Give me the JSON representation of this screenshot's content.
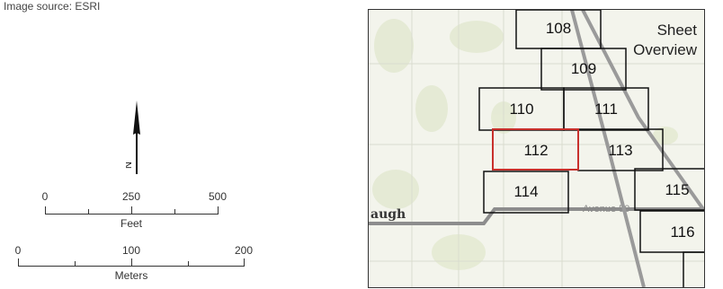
{
  "source_text": "Image source: ESRI",
  "north_arrow": {
    "label": "N",
    "icon": "north-arrow-icon"
  },
  "scale_feet": {
    "ticks": [
      "0",
      "250",
      "500"
    ],
    "unit": "Feet"
  },
  "scale_meters": {
    "ticks": [
      "0",
      "100",
      "200"
    ],
    "unit": "Meters"
  },
  "map": {
    "title_line1": "Sheet",
    "title_line2": "Overview",
    "road_label_left": "augh",
    "road_label_avenue": "Avenue 50",
    "highlight_color": "#c8302c",
    "sheets": [
      "108",
      "109",
      "110",
      "111",
      "112",
      "113",
      "114",
      "115",
      "116"
    ],
    "selected_sheet": "112"
  }
}
